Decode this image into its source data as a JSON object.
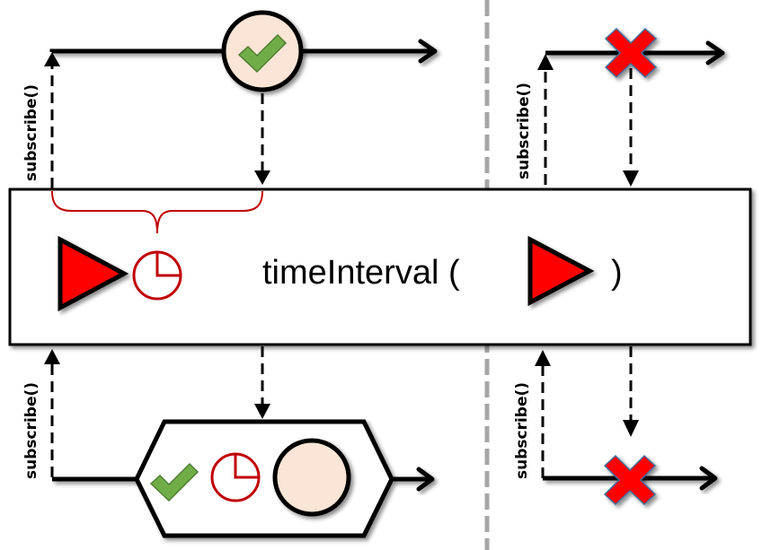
{
  "diagram": {
    "type": "marble-diagram",
    "operator": {
      "label": "timeInterval (",
      "close_paren": ")",
      "argument_icon": "red-triangle-icon",
      "output_icons": [
        "red-triangle-icon",
        "clock-icon"
      ]
    },
    "subscribe_label": "subscribe()",
    "panels": [
      {
        "name": "completion",
        "source_event": "completion-check",
        "result_event": "completion with time interval"
      },
      {
        "name": "error",
        "source_event": "error-x",
        "result_event": "error-x"
      }
    ],
    "colors": {
      "line": "#000000",
      "marble_fill": "#fbe5d6",
      "check": "#70ad47",
      "clock": "#c00000",
      "error": "#ff0000",
      "triangle": "#ff0000",
      "divider": "#a6a6a6",
      "brace": "#c00000"
    }
  }
}
